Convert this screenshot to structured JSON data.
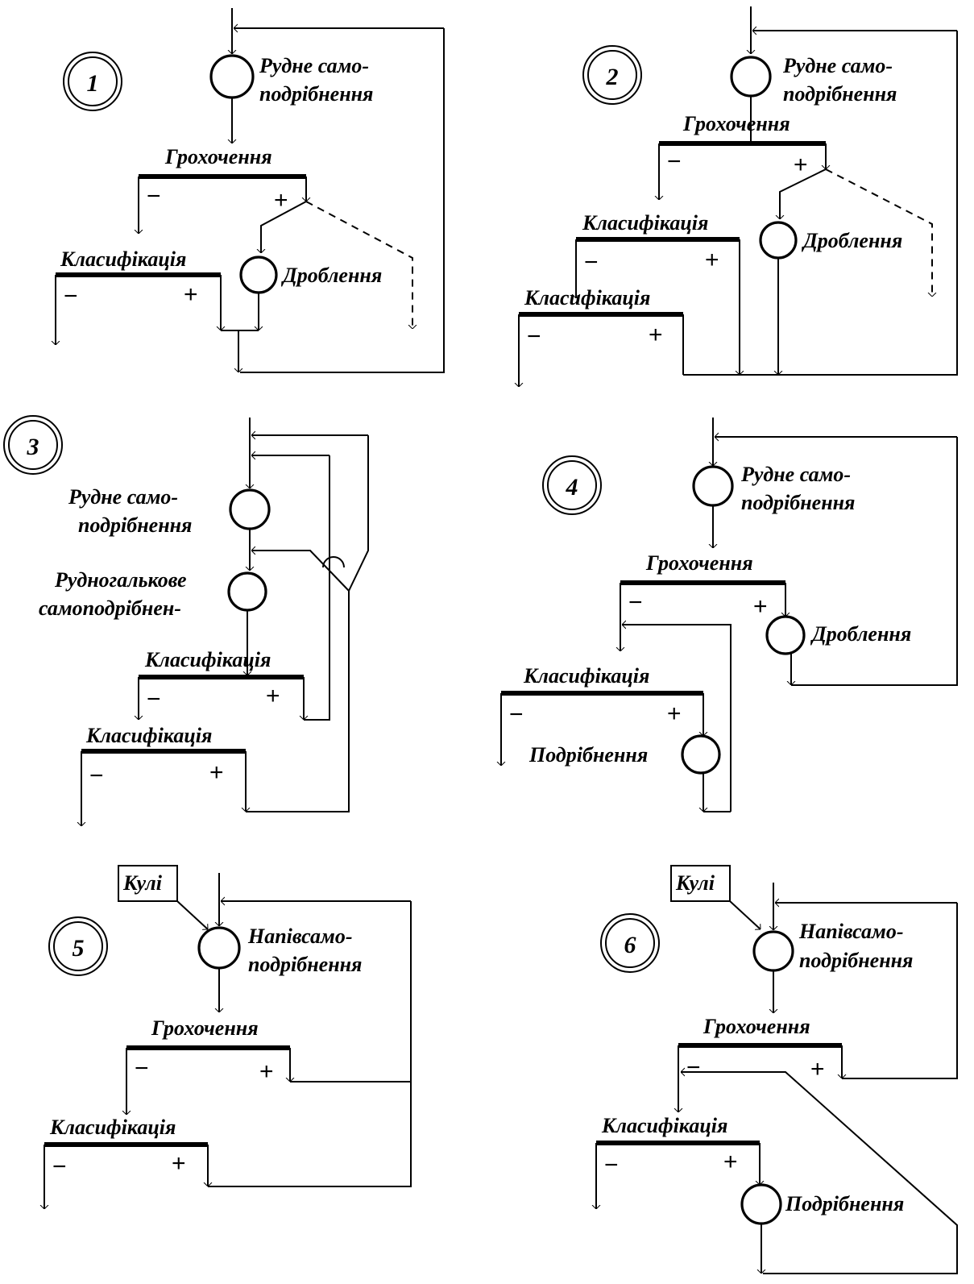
{
  "labels": {
    "rudne_samo": "Рудне само-",
    "podribnennya_cont": "подрібнення",
    "grokhochennya": "Грохочення",
    "klasyfikatsiya": "Класифікація",
    "droblennya": "Дроблення",
    "rudnogalkove": "Рудногалькове",
    "samopodribnen": "самоподрібнен-",
    "podribnennya": "Подрібнення",
    "kuli": "Кулі",
    "napivsamo": "Напівсамо-",
    "plus": "+",
    "minus": "−"
  },
  "schemes": [
    "1",
    "2",
    "3",
    "4",
    "5",
    "6"
  ]
}
